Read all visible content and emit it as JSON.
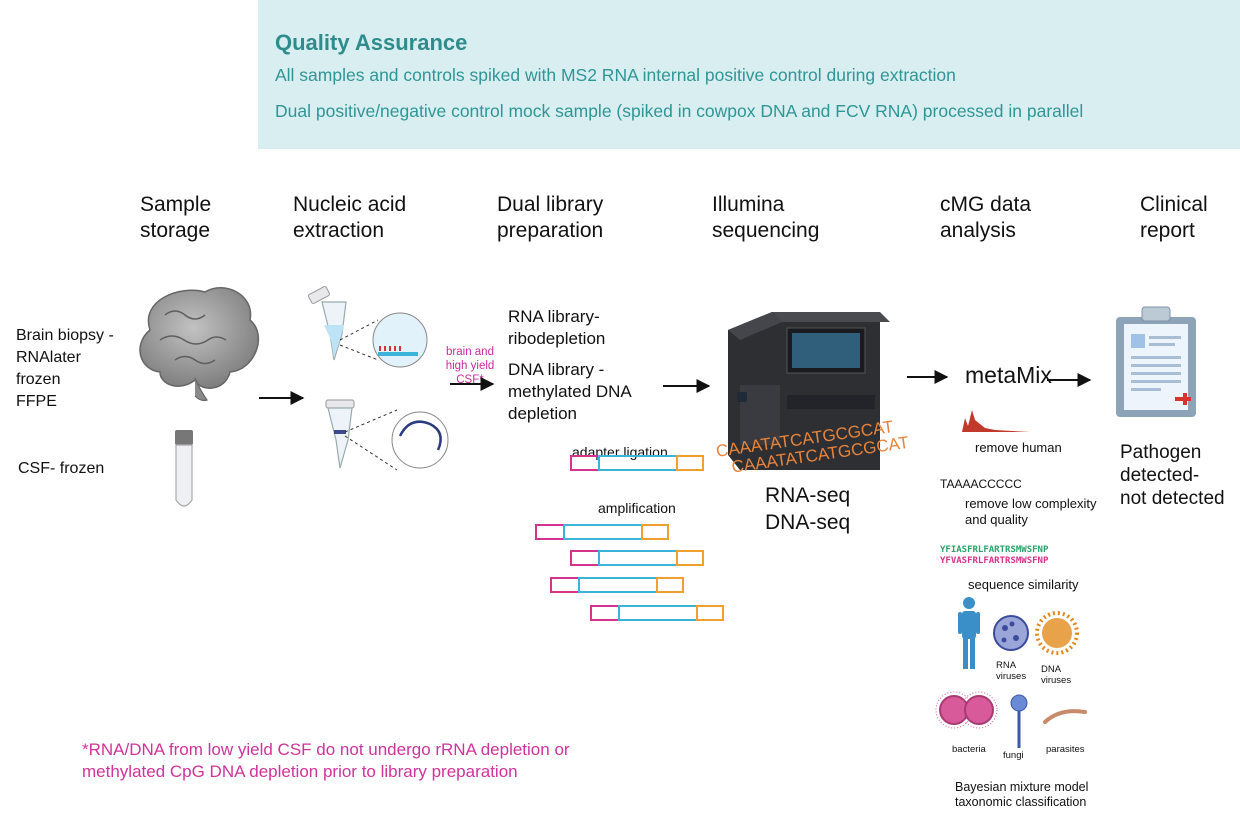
{
  "qa": {
    "title": "Quality Assurance",
    "line1": "All samples and controls spiked with MS2 RNA internal positive control during extraction",
    "line2": "Dual positive/negative control mock sample  (spiked in cowpox DNA and FCV RNA) processed in parallel"
  },
  "stages": {
    "s1": [
      "Sample",
      "storage"
    ],
    "s2": [
      "Nucleic acid",
      "extraction"
    ],
    "s3": [
      "Dual library",
      "preparation"
    ],
    "s4": [
      "Illumina",
      "sequencing"
    ],
    "s5": [
      "cMG data",
      "analysis"
    ],
    "s6": [
      "Clinical",
      "report"
    ]
  },
  "samples": {
    "brain": [
      "Brain biopsy -",
      "RNAlater",
      "frozen",
      "FFPE"
    ],
    "csf": "CSF- frozen"
  },
  "branch_label": [
    "brain and",
    "high yield",
    "CSF*"
  ],
  "library": {
    "rna": [
      "RNA library-",
      "ribodepletion"
    ],
    "dna": [
      "DNA library -",
      "methylated DNA",
      "depletion"
    ],
    "adapter": "adapter ligation",
    "amplification": "amplification"
  },
  "sequencing": {
    "dna_text": "CAAATATCATGCGCAT",
    "rna_seq": "RNA-seq",
    "dna_seq": "DNA-seq"
  },
  "analysis": {
    "tool": "metaMix",
    "remove_human": "remove human",
    "low_complexity_seq": "TAAAACCCCC",
    "low_complexity": [
      "remove low complexity",
      "and quality"
    ],
    "protein1": "YFIASFRLFARTRSMWSFNP",
    "protein2": "YFVASFRLFARTRSMWSFNP",
    "similarity": "sequence similarity",
    "organisms": {
      "rna_viruses": [
        "RNA",
        "viruses"
      ],
      "dna_viruses": [
        "DNA",
        "viruses"
      ],
      "bacteria": "bacteria",
      "fungi": "fungi",
      "parasites": "parasites"
    },
    "model": [
      "Bayesian mixture model",
      "taxonomic classification"
    ]
  },
  "report": [
    "Pathogen",
    "detected-",
    "not detected"
  ],
  "footnote": [
    "*RNA/DNA from low yield CSF do not undergo rRNA depletion or",
    "methylated CpG DNA depletion prior to library preparation"
  ],
  "colors": {
    "qa_bg": "#d9eef0",
    "qa_text": "#2f9696",
    "magenta": "#cc2a9e",
    "adapter_pink": "#d6338c",
    "adapter_orange": "#f0a030",
    "insert_blue": "#3ab4d8",
    "dna_orange": "#e8833a"
  }
}
